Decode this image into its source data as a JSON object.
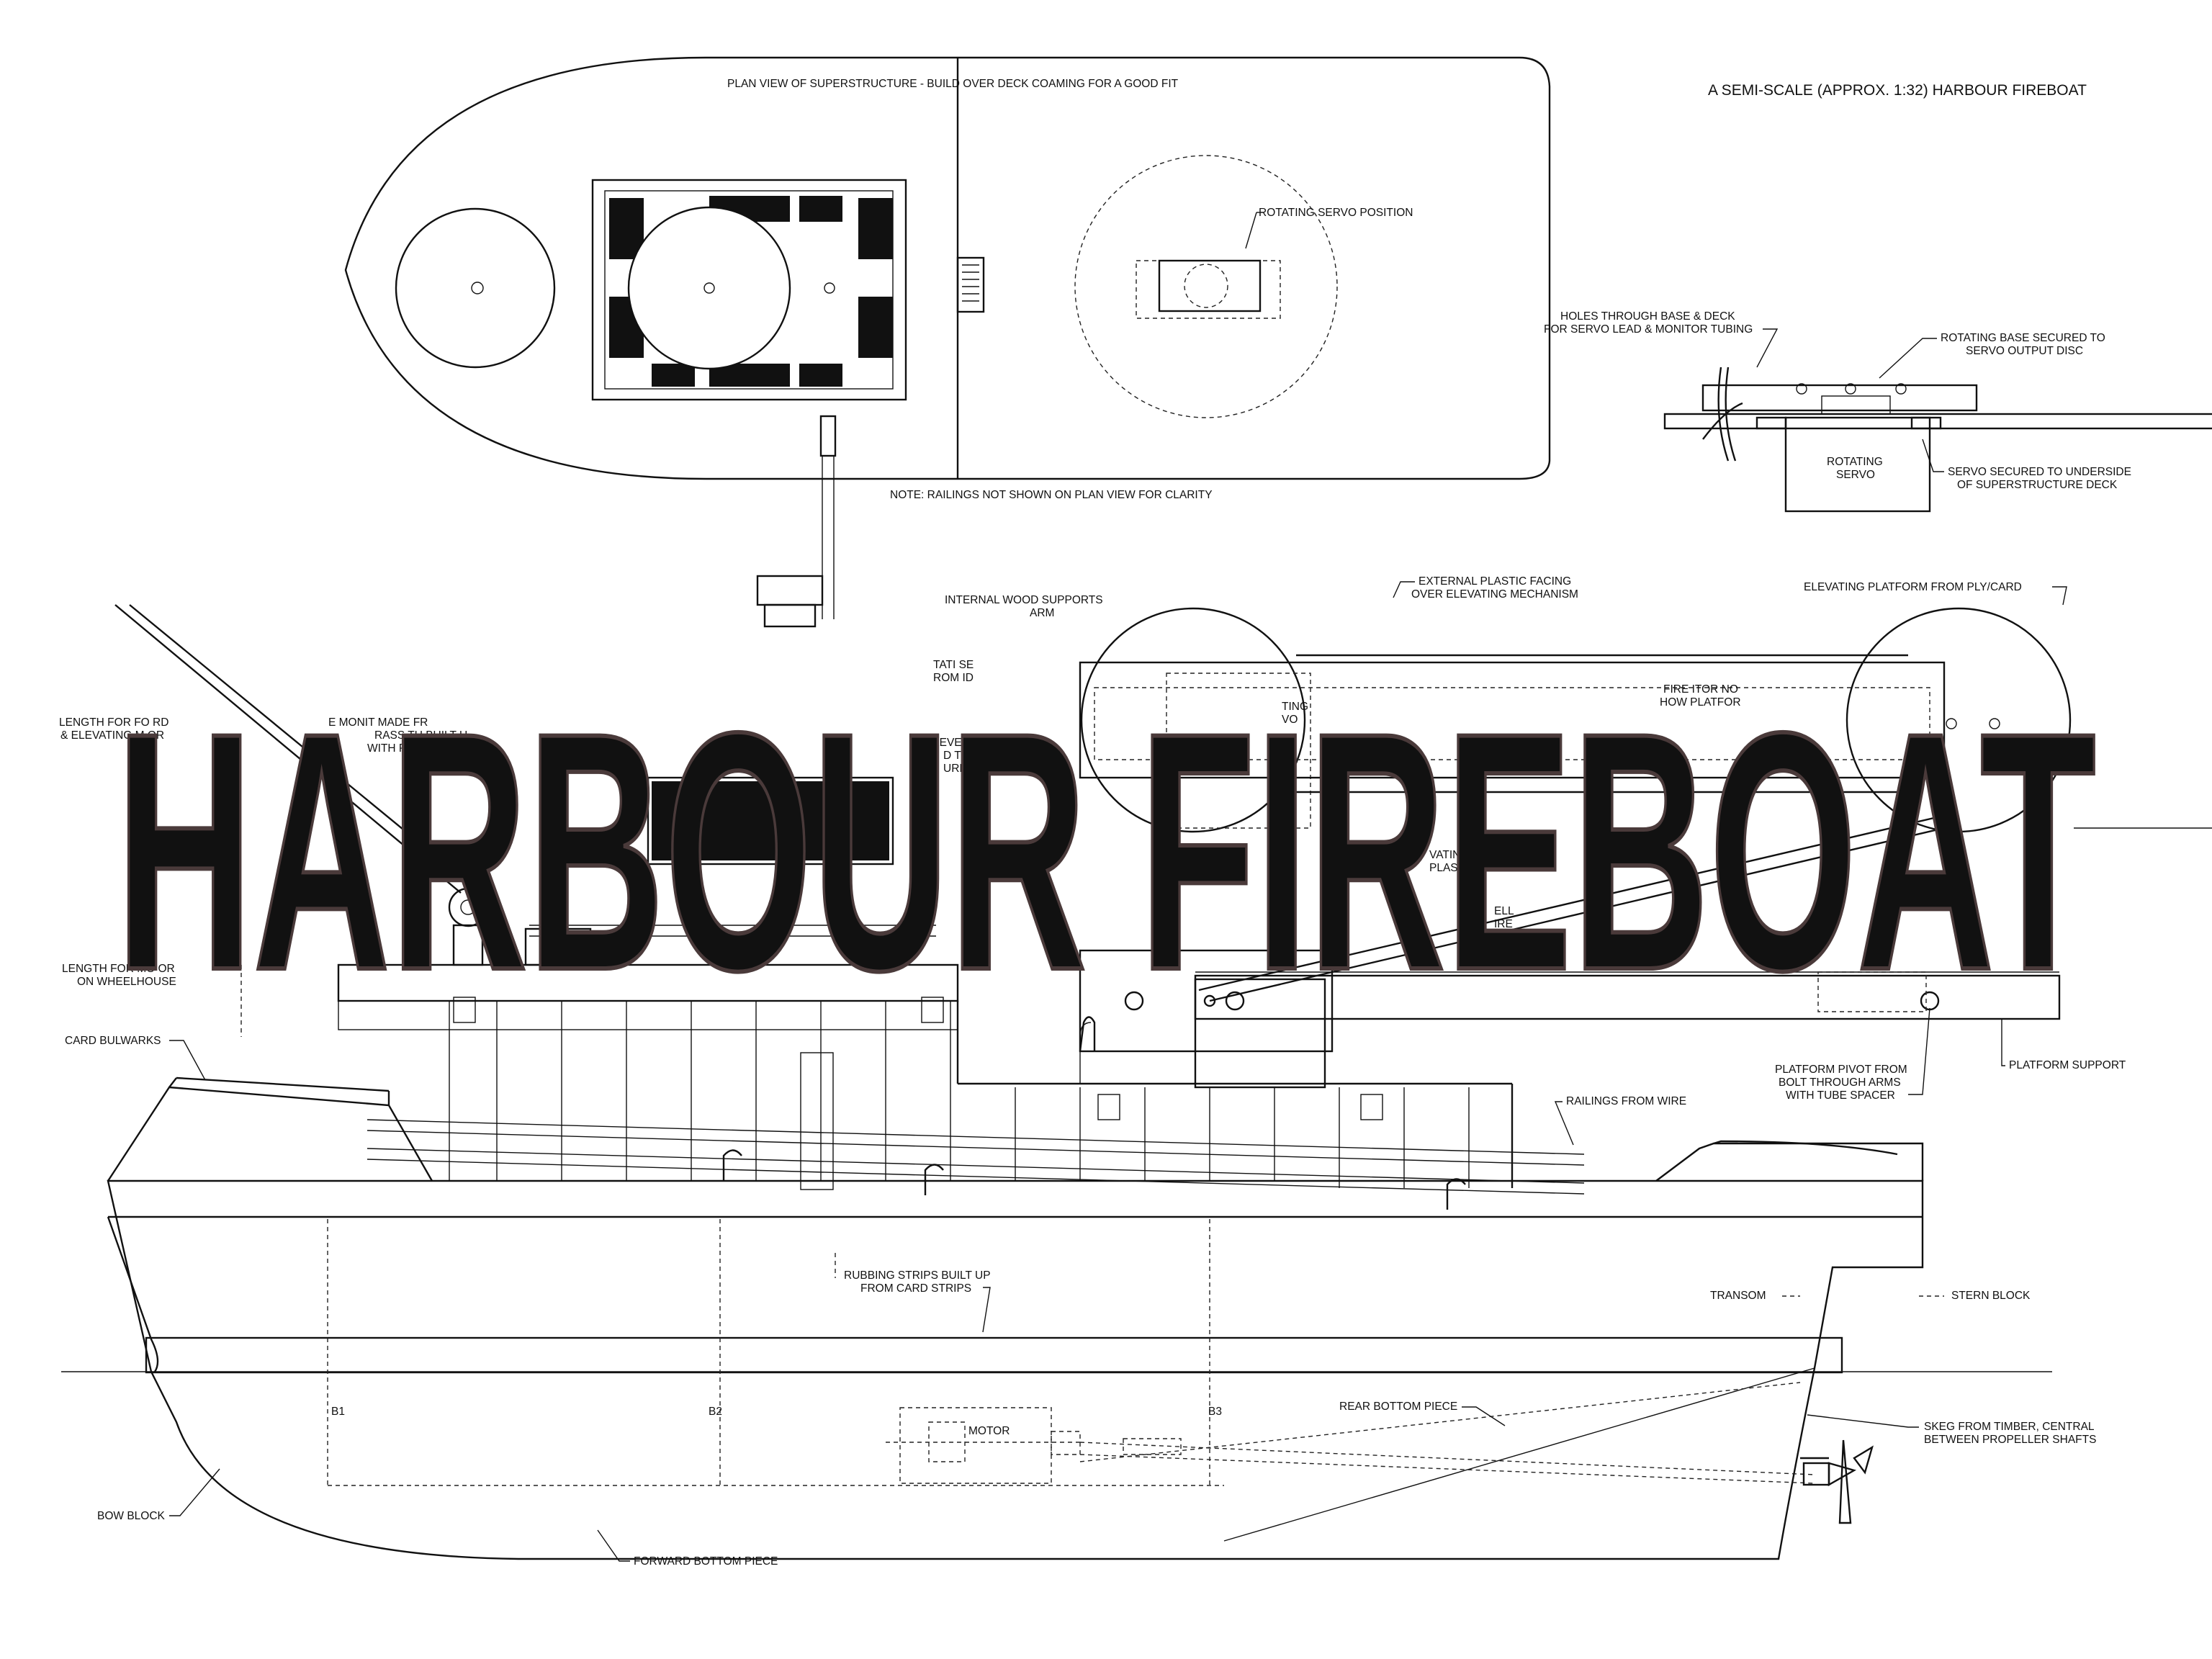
{
  "header": {
    "plan_title": "PLAN VIEW OF SUPERSTRUCTURE - BUILD OVER DECK COAMING FOR A GOOD FIT",
    "sheet_title": "A SEMI-SCALE (APPROX. 1:32) HARBOUR FIREBOAT",
    "plan_note": "NOTE: RAILINGS NOT SHOWN ON PLAN VIEW FOR CLARITY"
  },
  "banner": {
    "text": "HARBOUR FIREBOAT"
  },
  "labels": {
    "rotating_servo_position": "ROTATING SERVO POSITION",
    "holes_1": "HOLES THROUGH BASE & DECK",
    "holes_2": "FOR SERVO LEAD & MONITOR TUBING",
    "rot_base_1": "ROTATING BASE SECURED TO",
    "rot_base_2": "SERVO OUTPUT DISC",
    "rotating_servo_1": "ROTATING",
    "rotating_servo_2": "SERVO",
    "servo_secured_1": "SERVO SECURED TO UNDERSIDE",
    "servo_secured_2": "OF SUPERSTRUCTURE DECK",
    "internal_wood_1": "INTERNAL WOOD SUPPORTS",
    "internal_wood_2": "ARM",
    "external_plastic_1": "EXTERNAL PLASTIC FACING",
    "external_plastic_2": "OVER ELEVATING MECHANISM",
    "elevating_platform": "ELEVATING PLATFORM FROM PLY/CARD",
    "length_forward_1": "LENGTH FOR FO RD",
    "length_forward_2": "& ELEVATING M OR",
    "monitor_made_1": "E MONIT MADE FR",
    "monitor_made_2": "RASS TU BUILT U",
    "monitor_made_3": "WITH PL C TUBE",
    "rotating_base_1": "TATI SE",
    "rotating_base_2": "ROM ID",
    "elevating_arm_1": "LEVE ARM",
    "elevating_arm_2": "D TO",
    "elevating_arm_3": "URE",
    "elevating_servo_1": "TING",
    "elevating_servo_2": "VO",
    "fire_monitor_1": "FIRE ITOR NO",
    "fire_monitor_2": "HOW PLATFOR",
    "elevating_arms_1": "VATING ARMS FI SECTI",
    "elevating_arms_2": "PLASTIC STRIP MILAR",
    "elevating_arms_3": "ELL",
    "elevating_arms_4": "IRE",
    "length_wheelhouse_1": "LENGTH FOR MO OR",
    "length_wheelhouse_2": "ON WHEELHOUSE",
    "card_bulwarks": "CARD BULWARKS",
    "platform_support": "PLATFORM SUPPORT",
    "platform_pivot_1": "PLATFORM PIVOT FROM",
    "platform_pivot_2": "BOLT THROUGH ARMS",
    "platform_pivot_3": "WITH TUBE SPACER",
    "railings_wire": "RAILINGS FROM WIRE",
    "rubbing_1": "RUBBING STRIPS BUILT UP",
    "rubbing_2": "FROM CARD STRIPS",
    "transom": "TRANSOM",
    "stern_block": "STERN BLOCK",
    "b1": "B1",
    "b2": "B2",
    "b3": "B3",
    "rear_bottom": "REAR BOTTOM PIECE",
    "motor": "MOTOR",
    "skeg_1": "SKEG FROM TIMBER, CENTRAL",
    "skeg_2": "BETWEEN PROPELLER SHAFTS",
    "bow_block": "BOW BLOCK",
    "forward_bottom": "FORWARD BOTTOM PIECE"
  },
  "colors": {
    "line": "#111111",
    "banner_red": "#ff1a00",
    "banner_orange": "#ff8c00",
    "banner_yellow": "#ffff00",
    "banner_outline": "#4a3a3a"
  }
}
